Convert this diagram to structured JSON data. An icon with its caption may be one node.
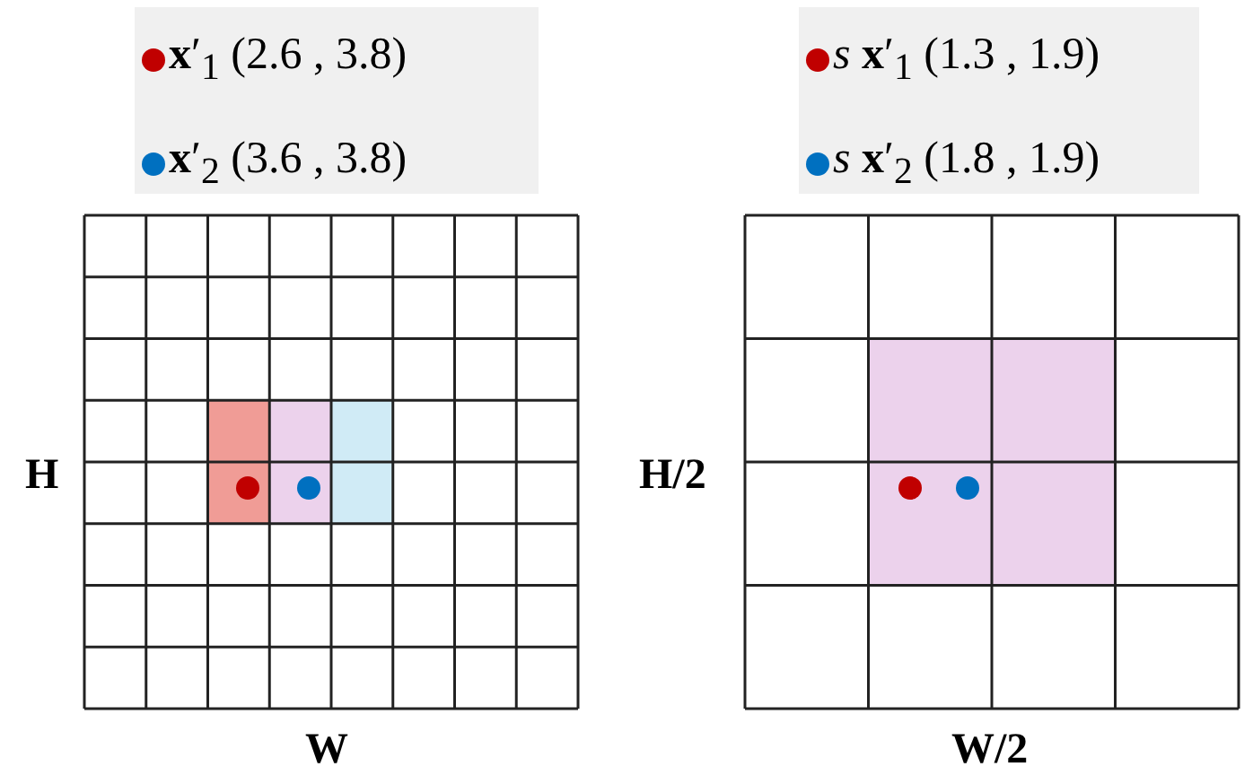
{
  "diagram": {
    "labels": [
      "H",
      "W",
      "H/2",
      "W/2"
    ],
    "legend": [
      {
        "text": "**x**′$_{1}$ (2.6 , 3.8)",
        "color": "#c00000"
      },
      {
        "text": "**x**′$_{2}$ (3.6 , 3.8)",
        "color": "#0070c0"
      },
      {
        "text": "*s* **x**′$_{1}$ (1.3 , 1.9)",
        "color": "#c00000"
      },
      {
        "text": "*s* **x**′$_{2}$ (1.8 , 1.9)",
        "color": "#0070c0"
      }
    ]
  }
}
